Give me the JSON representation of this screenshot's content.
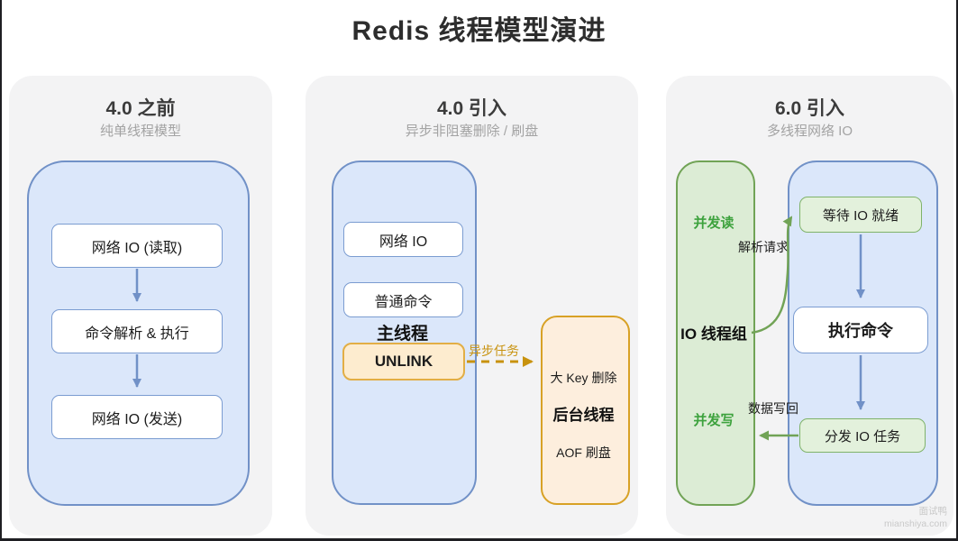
{
  "title": "Redis 线程模型演进",
  "panel_before_4": {
    "heading": "4.0 之前",
    "subheading": "纯单线程模型",
    "single_thread": {
      "io_read": "网络 IO (读取)",
      "parse_exec": "命令解析 & 执行",
      "io_send": "网络 IO (发送)"
    }
  },
  "panel_4_0": {
    "heading": "4.0 引入",
    "subheading": "异步非阻塞删除 / 刷盘",
    "main_thread": {
      "label": "主线程",
      "network_io": "网络 IO",
      "normal_command": "普通命令",
      "unlink": "UNLINK"
    },
    "async_task_label": "异步任务",
    "background_thread": {
      "label": "后台线程",
      "big_key_delete": "大 Key 删除",
      "aof_flush": "AOF 刷盘"
    }
  },
  "panel_6_0": {
    "heading": "6.0 引入",
    "subheading": "多线程网络 IO",
    "io_thread_group": {
      "label": "IO 线程组",
      "concurrent_read": "并发读",
      "concurrent_write": "并发写"
    },
    "main_thread": {
      "wait_io_ready": "等待 IO 就绪",
      "execute_command": "执行命令",
      "dispatch_io_tasks": "分发 IO 任务"
    },
    "parse_request_label": "解析请求",
    "data_write_back_label": "数据写回"
  },
  "watermark": {
    "brand": "面试鸭",
    "domain": "mianshiya.com"
  },
  "colors": {
    "blue_border": "#7191c7",
    "blue_fill": "#dbe7fa",
    "white_box_border": "#7b9cd1",
    "gold_accent": "#c8920e",
    "unlink_fill": "#fdeccf",
    "unlink_border": "#e2ae45",
    "orange_container_fill": "#fdeedd",
    "orange_container_border": "#d8a125",
    "green_border": "#71a356",
    "green_container_fill": "#dcecd5",
    "green_box_fill": "#e3f1dc",
    "green_text": "#3da23d",
    "panel_bg": "#f3f3f4"
  }
}
